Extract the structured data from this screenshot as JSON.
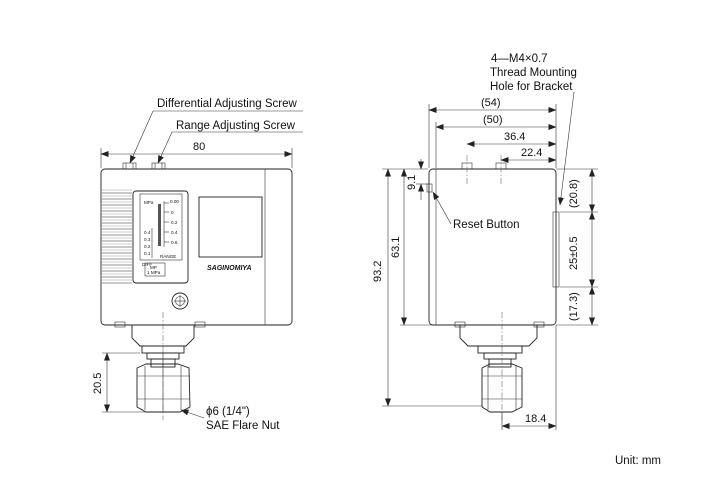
{
  "labels": {
    "diff_screw": "Differential Adjusting Screw",
    "range_screw": "Range Adjusting Screw",
    "mount_line1": "4—M4×0.7",
    "mount_line2": "Thread Mounting",
    "mount_line3": "Hole for Bracket",
    "reset_button": "Reset Button",
    "flare_line1": "ϕ6 (1/4\")",
    "flare_line2": "SAE Flare Nut",
    "unit": "Unit: mm"
  },
  "dimensions": {
    "width": "80",
    "d54": "(54)",
    "d50": "(50)",
    "d36": "36.4",
    "d22": "22.4",
    "d9": "9.1",
    "d63": "63.1",
    "d93": "93.2",
    "d20_8": "(20.8)",
    "d25": "25±0.5",
    "d17": "(17.3)",
    "d20_5": "20.5",
    "d18": "18.4"
  },
  "scale": {
    "unit_label": "MPa",
    "top_value": "0.00",
    "values": [
      "0",
      "0.2",
      "0.4",
      "0.6"
    ],
    "left_values": [
      "0.4",
      "0.3",
      "0.2",
      "0.1"
    ],
    "range_label": "RANGE",
    "diff_label": "DIFF",
    "diff_box_line1": "MP",
    "diff_box_line2": "1 MPa"
  },
  "brand": "SAGINOMIYA"
}
